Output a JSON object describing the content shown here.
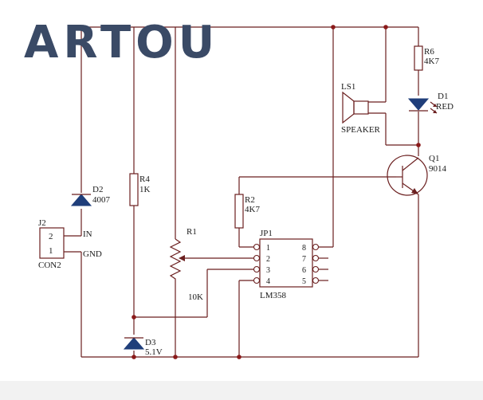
{
  "logo": {
    "text": "ARTOU",
    "color": "#3a4a66"
  },
  "colors": {
    "wire": "#6b1f1f",
    "junction": "#8b1a1a",
    "diode_fill": "#1f3e7a",
    "text": "#1a1a1a"
  },
  "components": {
    "j2": {
      "ref": "J2",
      "name": "CON2",
      "pin2": "2",
      "pin1": "1",
      "net_in": "IN",
      "net_gnd": "GND"
    },
    "d2": {
      "ref": "D2",
      "value": "4007"
    },
    "r4": {
      "ref": "R4",
      "value": "1K"
    },
    "d3": {
      "ref": "D3",
      "value": "5.1V"
    },
    "r1": {
      "ref": "R1",
      "value": "10K"
    },
    "r2": {
      "ref": "R2",
      "value": "4K7"
    },
    "jp1": {
      "ref": "JP1",
      "name": "LM358",
      "pins_left": [
        "1",
        "2",
        "3",
        "4"
      ],
      "pins_right": [
        "8",
        "7",
        "6",
        "5"
      ]
    },
    "ls1": {
      "ref": "LS1",
      "name": "SPEAKER"
    },
    "r6": {
      "ref": "R6",
      "value": "4K7"
    },
    "d1": {
      "ref": "D1",
      "value": "RED"
    },
    "q1": {
      "ref": "Q1",
      "value": "9014"
    }
  }
}
